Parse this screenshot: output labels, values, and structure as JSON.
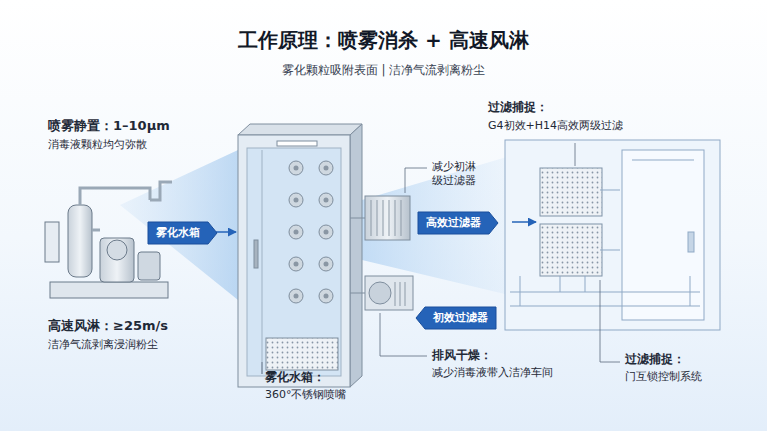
{
  "diagram": {
    "title": "工作原理：喷雾消杀 + 高速风淋",
    "nodes": [
      {
        "text": [
          "雾化水箱"
        ]
      },
      {
        "text": [
          "高效过滤器"
        ]
      },
      {
        "text": [
          "初效过滤器"
        ]
      }
    ],
    "labels": [
      "雾化颗粒吸附表面 | 洁净气流剥离粉尘",
      "喷雾静置：1–10μm",
      "消毒液颗粒均匀弥散",
      "高速风淋：≥25m/s",
      "洁净气流剥离浸润粉尘",
      "雾化水箱：",
      "360°不锈钢喷嘴",
      "减少初淋 级过滤器",
      "排风干燥：",
      "减少消毒液带入洁净车间",
      "过滤捕捉：",
      "G4初效+H14高效两级过滤",
      "过滤捕捉：",
      "门互锁控制系统"
    ]
  }
}
